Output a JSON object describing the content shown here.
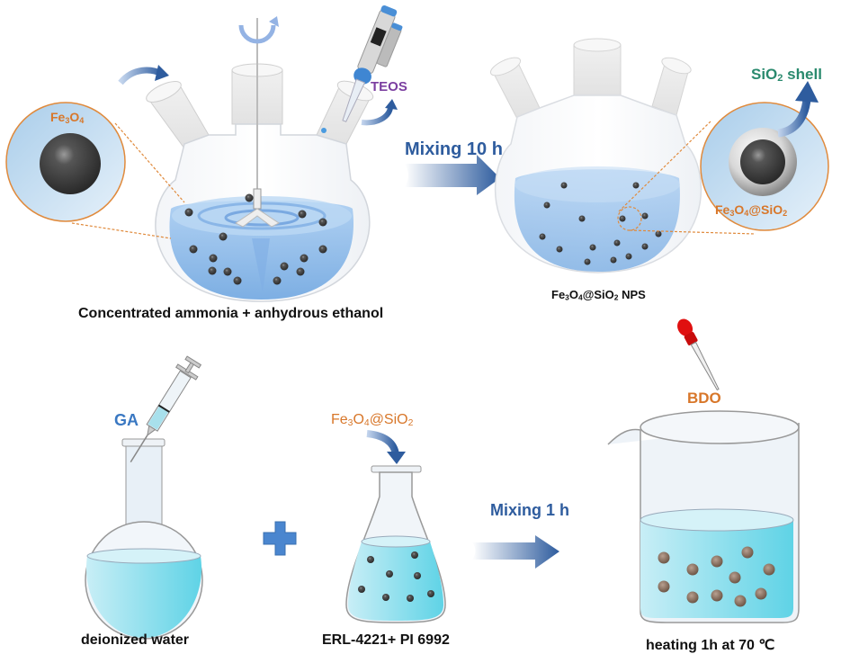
{
  "diagram": {
    "step1": {
      "reagent_label": "TEOS",
      "particle_label": "Fe3O4",
      "solution_label": "Concentrated ammonia + anhydrous ethanol"
    },
    "step2": {
      "arrow_label": "Mixing 10 h",
      "shell_label": "SiO2 shell",
      "particle_label": "Fe3O4@SiO2",
      "product_label": "Fe3O4@SiO2 NPS"
    },
    "step3": {
      "reagent_label": "GA",
      "solution_label": "deionized water"
    },
    "step4": {
      "additive_label": "Fe3O4@SiO2",
      "solution_label": "ERL-4221+ PI 6992"
    },
    "step5": {
      "arrow_label": "Mixing 1 h",
      "reagent_label": "BDO",
      "condition_label": "heating 1h at 70 ℃"
    },
    "colors": {
      "arrow_blue": "#2e5c9e",
      "label_orange": "#d8772a",
      "label_purple": "#7b3ea0",
      "label_green": "#2a8a6e",
      "plus_blue": "#4a86cf",
      "liquid_blue": "#8dbcec",
      "liquid_cyan": "#6fd6e8",
      "dropper_red": "#e01010"
    }
  }
}
